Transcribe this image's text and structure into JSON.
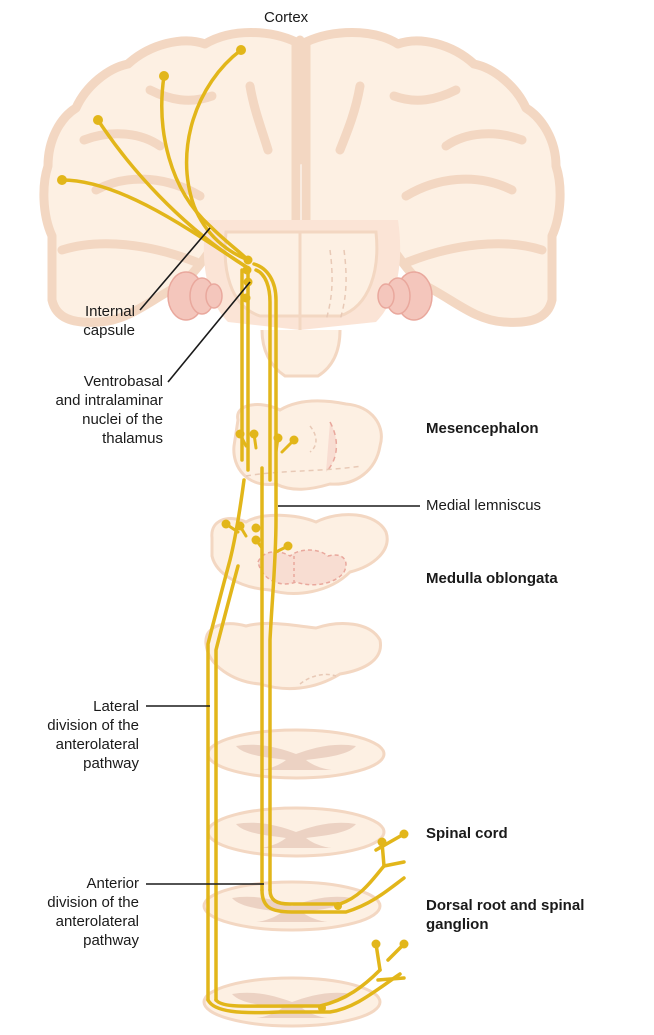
{
  "labels": {
    "cortex": "Cortex",
    "internal_capsule": [
      "Internal",
      "capsule"
    ],
    "thalamus_nuclei": [
      "Ventrobasal",
      "and intralaminar",
      "nuclei of the",
      "thalamus"
    ],
    "lateral_division": [
      "Lateral",
      "division of the",
      "anterolateral",
      "pathway"
    ],
    "anterior_division": [
      "Anterior",
      "division of the",
      "anterolateral",
      "pathway"
    ],
    "mesencephalon": "Mesencephalon",
    "medial_lemniscus": "Medial lemniscus",
    "medulla": "Medulla oblongata",
    "spinal_cord": "Spinal cord",
    "dorsal_root": [
      "Dorsal root and spinal",
      "ganglion"
    ]
  },
  "colors": {
    "tract": "#e2b61a",
    "tissue_fill": "#fdf0e3",
    "tissue_stroke": "#f3d7c2",
    "gray_matter": "#ecd2c3",
    "nucleus": "#f4c6bc",
    "leader_line": "#1a1a1a"
  }
}
